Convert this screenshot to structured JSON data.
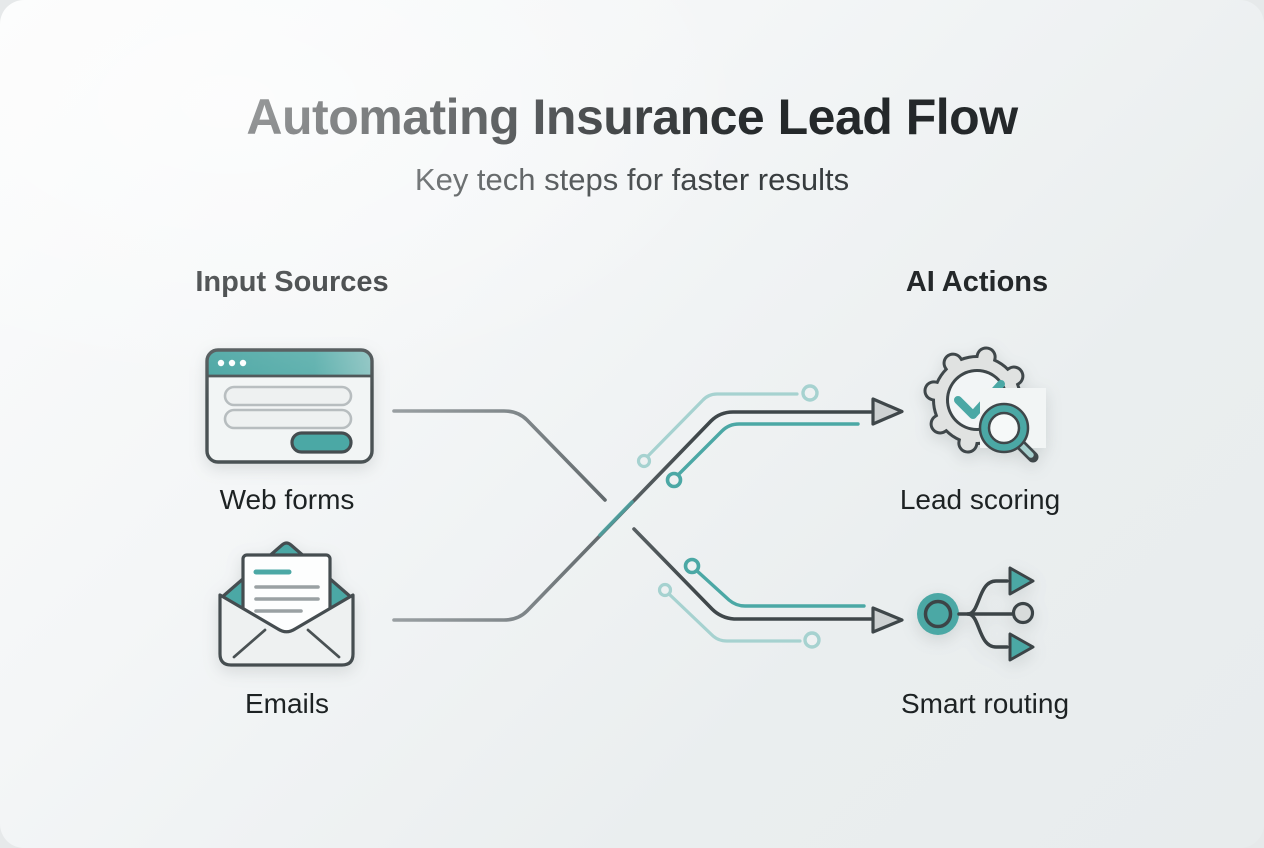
{
  "header": {
    "title": "Automating Insurance Lead Flow",
    "subtitle": "Key tech steps for faster results"
  },
  "columns": {
    "left": {
      "header": "Input Sources",
      "items": [
        {
          "label": "Web forms",
          "icon": "browser-form-icon"
        },
        {
          "label": "Emails",
          "icon": "open-email-icon"
        }
      ]
    },
    "right": {
      "header": "AI Actions",
      "items": [
        {
          "label": "Lead scoring",
          "icon": "gear-check-magnifier-icon"
        },
        {
          "label": "Smart routing",
          "icon": "branching-arrows-icon"
        }
      ]
    }
  },
  "connections": [
    {
      "from": "Web forms",
      "to": "Smart routing",
      "style": "crossing-line-with-arrowhead"
    },
    {
      "from": "Emails",
      "to": "Lead scoring",
      "style": "crossing-line-with-arrowhead"
    }
  ],
  "colors": {
    "teal": "#4ba8a5",
    "teal_light": "#a6d2d0",
    "line_dark": "#3f474a",
    "line_gray": "#969c9f",
    "arrow_fill": "#cdd1d2",
    "text_dark": "#23282a",
    "background": "#edf0f1"
  }
}
